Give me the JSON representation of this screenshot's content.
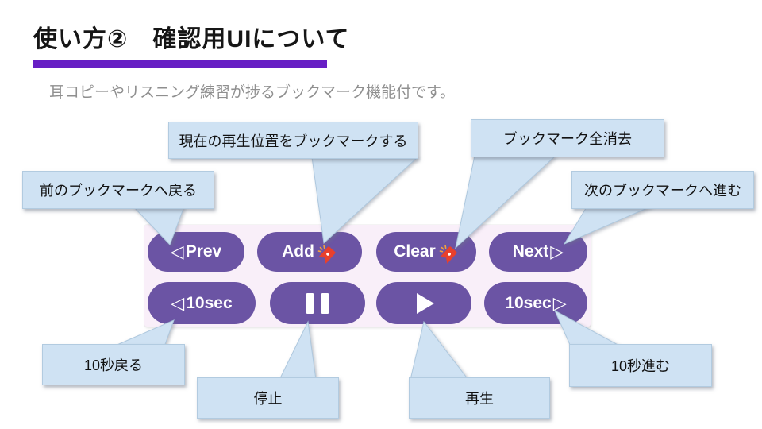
{
  "title": "使い方②　確認用UIについて",
  "subtitle": "耳コピーやリスニング練習が捗るブックマーク機能付です。",
  "colors": {
    "accent_purple": "#671fc4",
    "button_purple": "#6b54a4",
    "panel_pink": "#f9eff9",
    "callout_blue": "#cfe2f3"
  },
  "callouts": {
    "prev": {
      "label": "前のブックマークへ戻る"
    },
    "add": {
      "label": "現在の再生位置をブックマークする"
    },
    "clear": {
      "label": "ブックマーク全消去"
    },
    "next": {
      "label": "次のブックマークへ進む"
    },
    "back10": {
      "label": "10秒戻る"
    },
    "pause": {
      "label": "停止"
    },
    "play": {
      "label": "再生"
    },
    "fwd10": {
      "label": "10秒進む"
    }
  },
  "player": {
    "buttons": {
      "prev": {
        "pre": "◁",
        "label": "Prev"
      },
      "add": {
        "label": "Add",
        "icon": "bookmark-icon"
      },
      "clear": {
        "label": "Clear",
        "icon": "bookmark-icon"
      },
      "next": {
        "label": "Next",
        "suf": "▷"
      },
      "back10": {
        "pre": "◁",
        "label": "10sec"
      },
      "pause": {
        "icon": "pause-icon"
      },
      "play": {
        "icon": "play-icon"
      },
      "fwd10": {
        "label": "10sec",
        "suf": "▷"
      }
    }
  }
}
